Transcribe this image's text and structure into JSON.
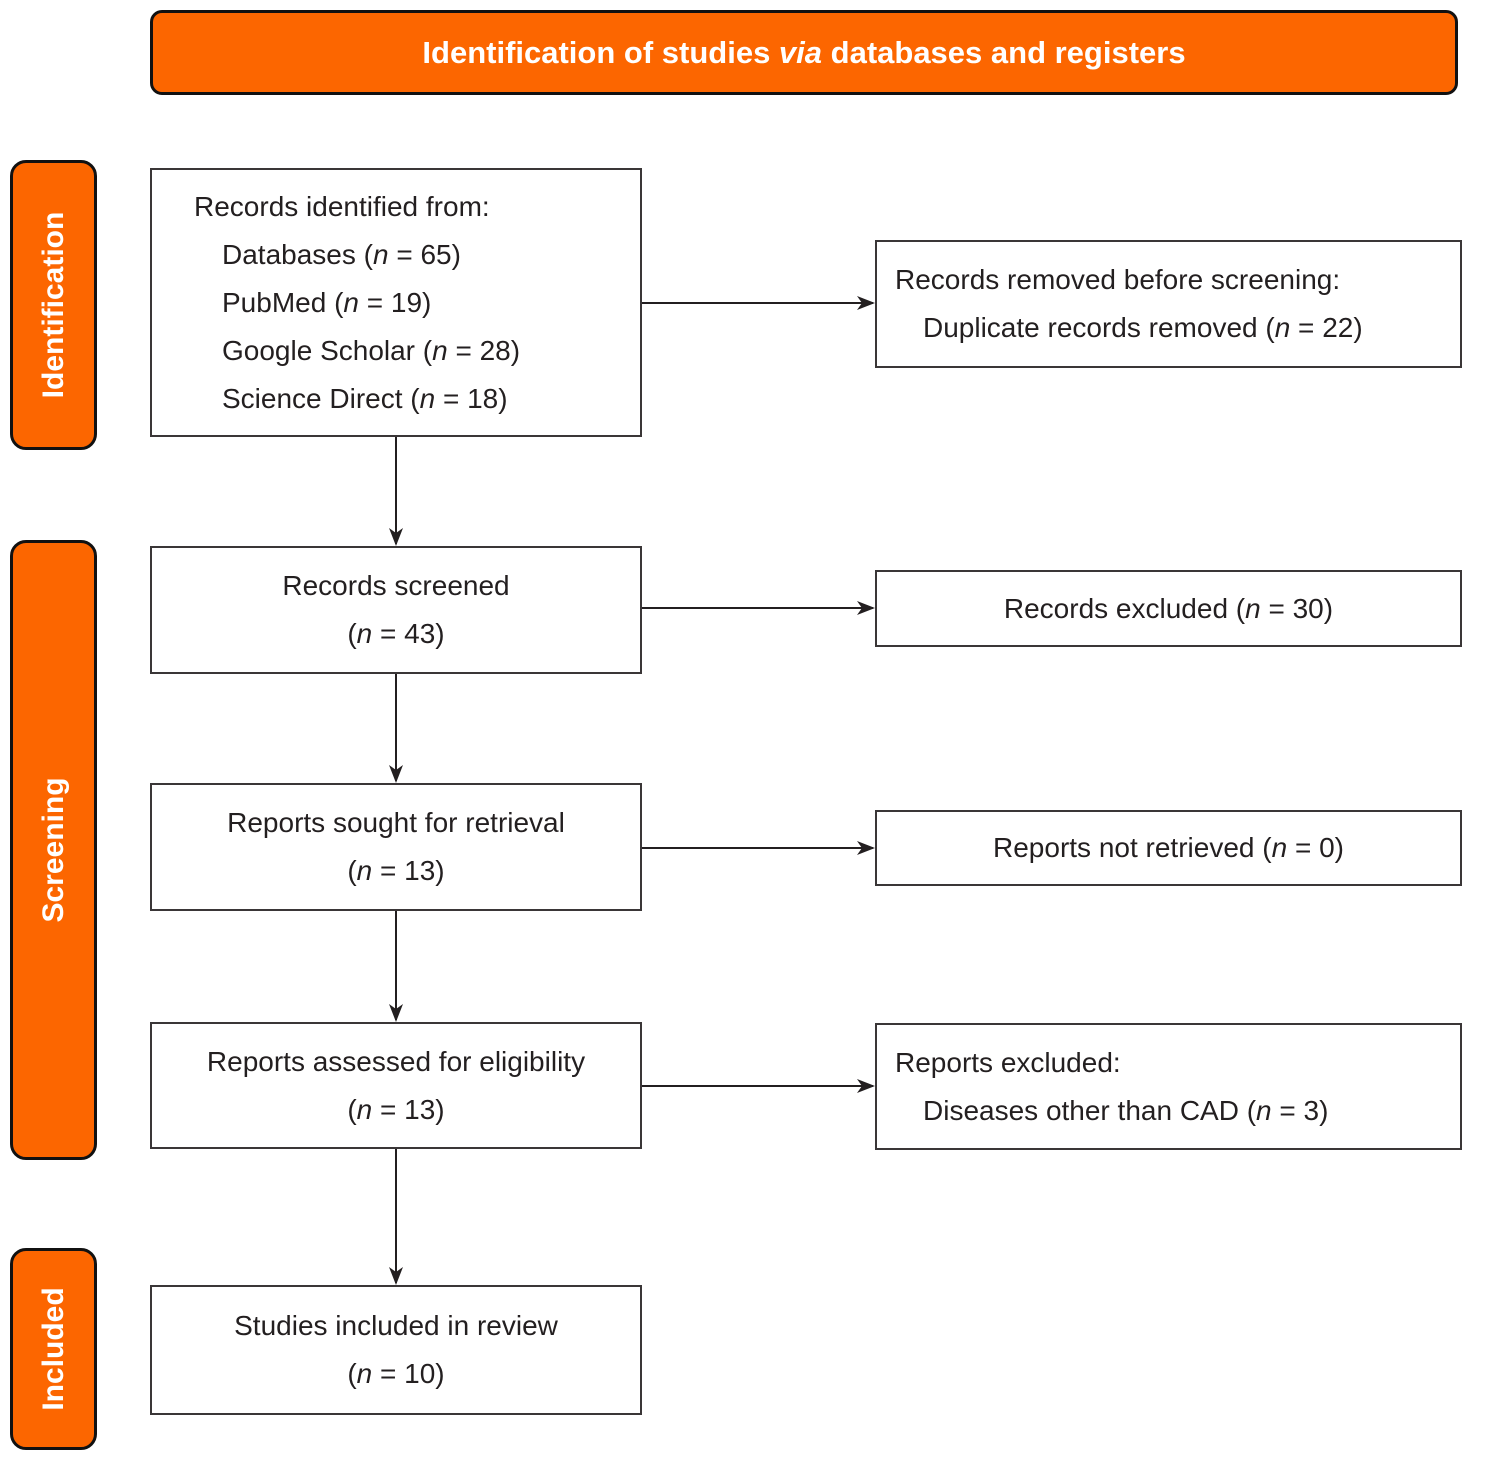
{
  "colors": {
    "accent_orange": "#fc6600",
    "box_border": "#3a3637",
    "text": "#231f20",
    "banner_text": "#ffffff"
  },
  "title_segments": [
    {
      "t": "Identification of studies "
    },
    {
      "t": "via",
      "i": true
    },
    {
      "t": " databases and registers"
    }
  ],
  "stage_labels": [
    {
      "label": "Identification"
    },
    {
      "label": "Screening"
    },
    {
      "label": "Included"
    }
  ],
  "boxes": {
    "records_identified": {
      "lines": [
        {
          "segments": [
            {
              "t": "Records identified from:"
            }
          ]
        },
        {
          "indent": true,
          "segments": [
            {
              "t": "Databases ("
            },
            {
              "t": "n",
              "i": true
            },
            {
              "t": " = 65)"
            }
          ]
        },
        {
          "indent": true,
          "segments": [
            {
              "t": "PubMed ("
            },
            {
              "t": "n",
              "i": true
            },
            {
              "t": " = 19)"
            }
          ]
        },
        {
          "indent": true,
          "segments": [
            {
              "t": "Google Scholar ("
            },
            {
              "t": "n",
              "i": true
            },
            {
              "t": " = 28)"
            }
          ]
        },
        {
          "indent": true,
          "segments": [
            {
              "t": "Science Direct ("
            },
            {
              "t": "n",
              "i": true
            },
            {
              "t": " = 18)"
            }
          ]
        }
      ]
    },
    "records_removed": {
      "lines": [
        {
          "segments": [
            {
              "t": "Records removed before screening:"
            }
          ]
        },
        {
          "indent": true,
          "segments": [
            {
              "t": "Duplicate records removed ("
            },
            {
              "t": "n",
              "i": true
            },
            {
              "t": " = 22)"
            }
          ]
        }
      ]
    },
    "records_screened": {
      "lines": [
        {
          "segments": [
            {
              "t": "Records screened"
            }
          ]
        },
        {
          "segments": [
            {
              "t": "("
            },
            {
              "t": "n",
              "i": true
            },
            {
              "t": " = 43)"
            }
          ]
        }
      ]
    },
    "records_excluded": {
      "lines": [
        {
          "segments": [
            {
              "t": "Records excluded ("
            },
            {
              "t": "n",
              "i": true
            },
            {
              "t": " = 30)"
            }
          ]
        }
      ]
    },
    "reports_sought": {
      "lines": [
        {
          "segments": [
            {
              "t": "Reports sought for retrieval"
            }
          ]
        },
        {
          "segments": [
            {
              "t": "("
            },
            {
              "t": "n",
              "i": true
            },
            {
              "t": " = 13)"
            }
          ]
        }
      ]
    },
    "reports_not_retrieved": {
      "lines": [
        {
          "segments": [
            {
              "t": "Reports not retrieved ("
            },
            {
              "t": "n",
              "i": true
            },
            {
              "t": " = 0)"
            }
          ]
        }
      ]
    },
    "reports_assessed": {
      "lines": [
        {
          "segments": [
            {
              "t": "Reports assessed for eligibility"
            }
          ]
        },
        {
          "segments": [
            {
              "t": "("
            },
            {
              "t": "n",
              "i": true
            },
            {
              "t": " = 13)"
            }
          ]
        }
      ]
    },
    "reports_excluded": {
      "lines": [
        {
          "segments": [
            {
              "t": "Reports excluded:"
            }
          ]
        },
        {
          "indent": true,
          "segments": [
            {
              "t": "Diseases other than CAD ("
            },
            {
              "t": "n",
              "i": true
            },
            {
              "t": " = 3)"
            }
          ]
        }
      ]
    },
    "studies_included": {
      "lines": [
        {
          "segments": [
            {
              "t": "Studies included in review"
            }
          ]
        },
        {
          "segments": [
            {
              "t": "("
            },
            {
              "t": "n",
              "i": true
            },
            {
              "t": " = 10)"
            }
          ]
        }
      ]
    }
  }
}
